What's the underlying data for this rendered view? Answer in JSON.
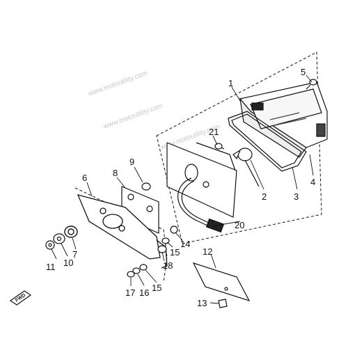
{
  "watermark": {
    "text_1": "www.motoutility.com",
    "text_2": "www.motoutility.com",
    "text_3": "www.motoutility.com"
  },
  "direction_badge": {
    "text": "FWD"
  },
  "callouts": [
    {
      "id": "1",
      "label": "1"
    },
    {
      "id": "2",
      "label": "2"
    },
    {
      "id": "3",
      "label": "3"
    },
    {
      "id": "4",
      "label": "4"
    },
    {
      "id": "5",
      "label": "5"
    },
    {
      "id": "6",
      "label": "6"
    },
    {
      "id": "7",
      "label": "7"
    },
    {
      "id": "8",
      "label": "8"
    },
    {
      "id": "9",
      "label": "9"
    },
    {
      "id": "10",
      "label": "10"
    },
    {
      "id": "11",
      "label": "11"
    },
    {
      "id": "12",
      "label": "12"
    },
    {
      "id": "13",
      "label": "13"
    },
    {
      "id": "14",
      "label": "14"
    },
    {
      "id": "15a",
      "label": "15"
    },
    {
      "id": "15b",
      "label": "15"
    },
    {
      "id": "16",
      "label": "16"
    },
    {
      "id": "17",
      "label": "17"
    },
    {
      "id": "18",
      "label": "18"
    },
    {
      "id": "20",
      "label": "20"
    },
    {
      "id": "21",
      "label": "21"
    }
  ],
  "colors": {
    "line": "#111111",
    "watermark": "#c8c8c8",
    "background": "#ffffff"
  }
}
